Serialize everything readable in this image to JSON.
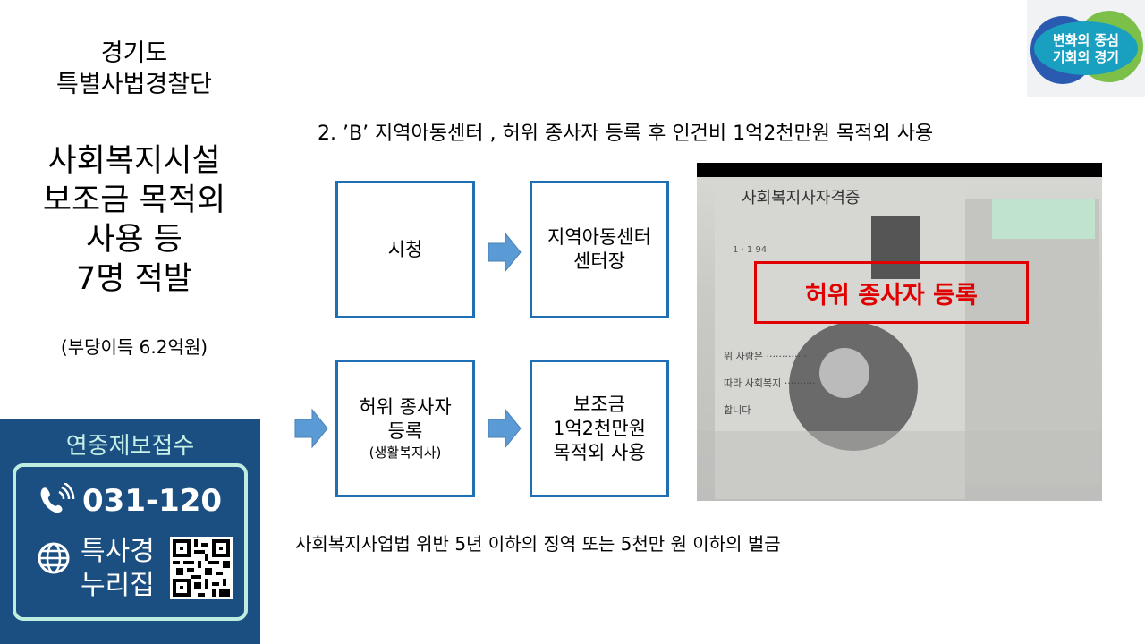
{
  "left": {
    "org": [
      "경기도",
      "특별사법경찰단"
    ],
    "title": [
      "사회복지시설",
      "보조금 목적외",
      "사용 등",
      "7명 적발"
    ],
    "subtitle": "(부당이득 6.2억원)"
  },
  "panel": {
    "title": "연중제보접수",
    "phone": "031-120",
    "web": [
      "특사경",
      "누리집"
    ]
  },
  "logo": {
    "text": [
      "변화의 중심",
      "기회의 경기"
    ]
  },
  "headline": "2. ’B’ 지역아동센터 , 허위 종사자 등록 후 인건비 1억2천만원 목적외 사용",
  "flow": {
    "box1": "시청",
    "box2": [
      "지역아동센터",
      "센터장"
    ],
    "box3": [
      "허위 종사자",
      "등록"
    ],
    "box3_note": "(생활복지사)",
    "box4": [
      "보조금",
      "1억2천만원",
      "목적외 사용"
    ]
  },
  "photo": {
    "label": "허위 종사자 등록"
  },
  "footer": "사회복지사업법 위반 5년 이하의 징역 또는 5천만 원 이하의 벌금"
}
